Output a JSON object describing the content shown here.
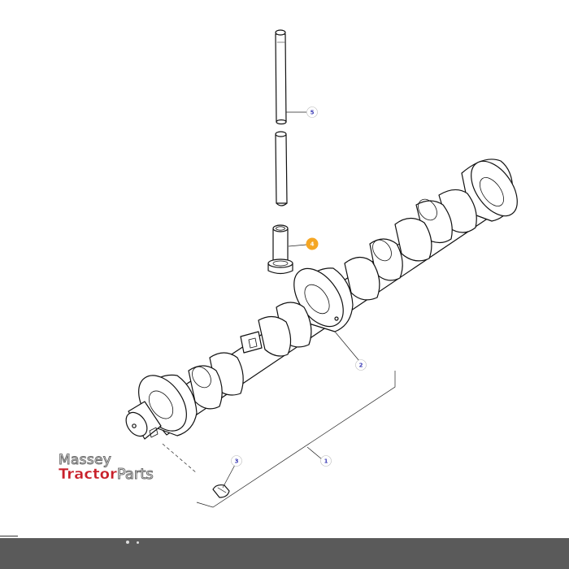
{
  "callouts": [
    {
      "id": "c1",
      "label": "1"
    },
    {
      "id": "c2",
      "label": "2"
    },
    {
      "id": "c3",
      "label": "3"
    },
    {
      "id": "c4",
      "label": "4",
      "highlighted": true
    },
    {
      "id": "c5",
      "label": "5"
    }
  ],
  "logo": {
    "line1": "Massey",
    "line2_bold": "Tractor",
    "line2_light": "Parts"
  },
  "colors": {
    "callout_text": "#3b3bb5",
    "highlight": "#f5a623",
    "brand_red": "#c8202a",
    "footer_bar": "#5a5a5a"
  }
}
